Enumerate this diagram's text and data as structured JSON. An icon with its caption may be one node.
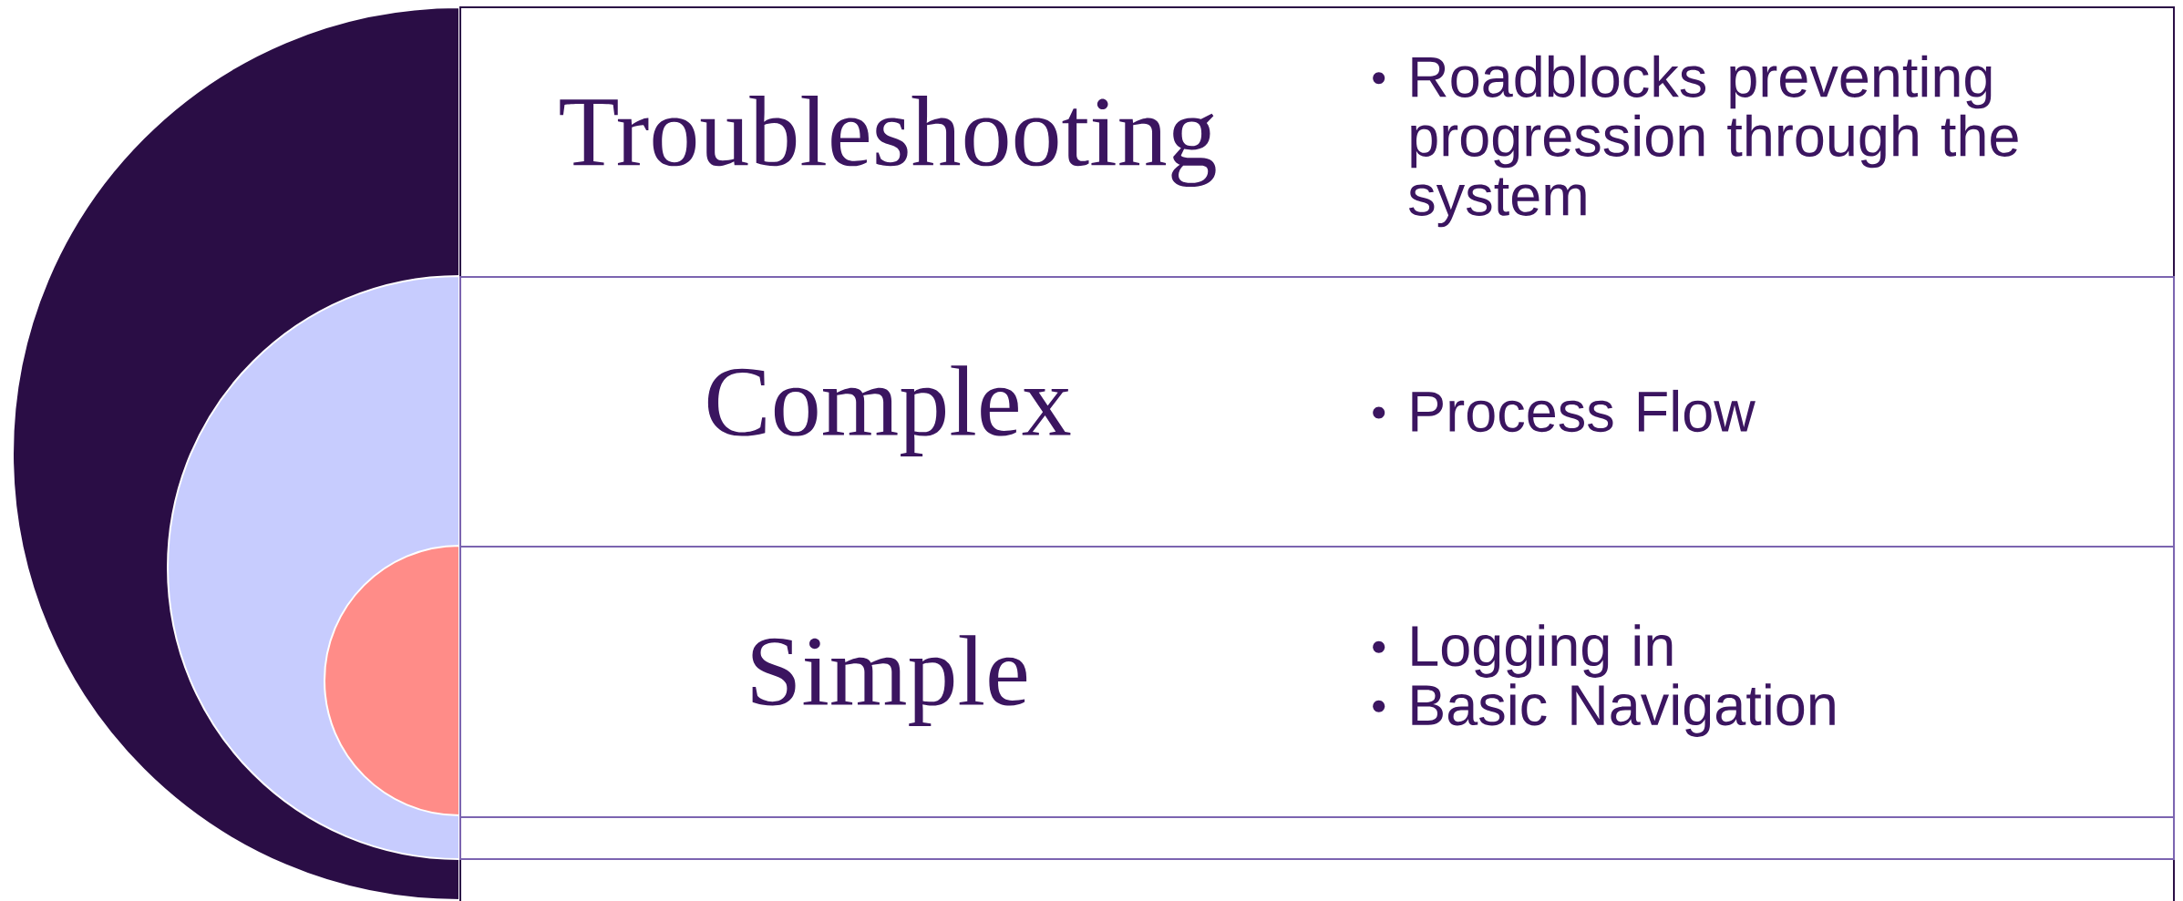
{
  "diagram": {
    "nodes": [
      {
        "text": [
          "Troubleshooting",
          "Roadblocks preventing progression through the system"
        ]
      },
      {
        "text": [
          "Complex",
          "Process Flow"
        ],
        "in": 0
      },
      {
        "text": [
          "Simple",
          "Logging in",
          "Basic Navigation"
        ],
        "in": 1
      }
    ]
  }
}
